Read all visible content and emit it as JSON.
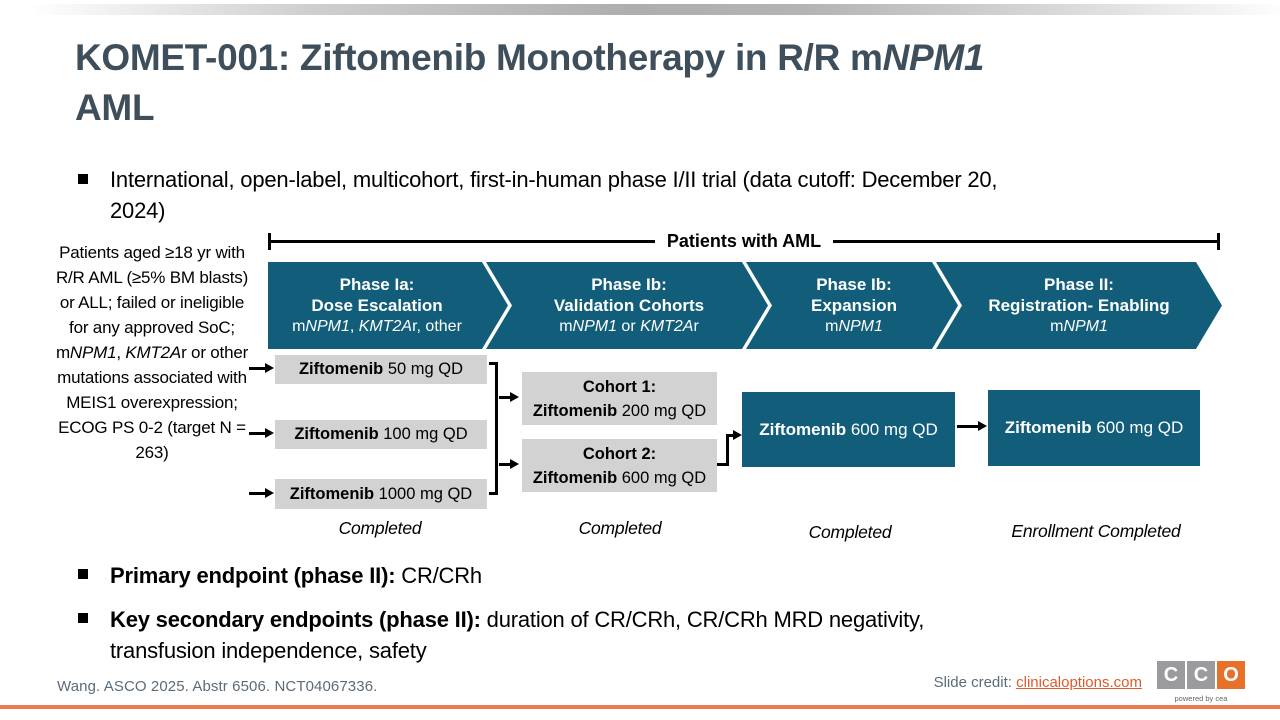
{
  "colors": {
    "title": "#3e4e5a",
    "teal": "#125e7a",
    "box_gray": "#d2d2d2",
    "footer_text": "#5c6b79",
    "link_orange": "#e05a2b",
    "logo_gray": "#9b9b9f",
    "logo_orange": "#e7712b",
    "bottom_line": "#ea7b52"
  },
  "title": {
    "pre": "KOMET-001: Ziftomenib Monotherapy in R/R m",
    "gene": "NPM1",
    "line2": "AML"
  },
  "intro": {
    "text": "International, open-label, multicohort, first-in-human phase I/II trial (data cutoff: December 20, 2024)"
  },
  "eligibility": {
    "part1": "Patients aged ≥18 yr with R/R AML (≥5% BM blasts) or ALL; failed or ineligible for any approved SoC; m",
    "gene1": "NPM1",
    "comma": ", ",
    "gene2": "KMT2A",
    "part2": "r or other mutations associated with MEIS1 overexpression; ECOG PS 0-2 (target N = 263)"
  },
  "banner": {
    "label": "Patients with AML"
  },
  "phases": [
    {
      "title": "Phase Ia:",
      "subtitle": "Dose Escalation",
      "pop_a": "m",
      "pop_gene1": "NPM1",
      "pop_b": ", ",
      "pop_gene2": "KMT2A",
      "pop_c": "r, other"
    },
    {
      "title": "Phase Ib:",
      "subtitle": "Validation Cohorts",
      "pop_a": "m",
      "pop_gene1": "NPM1",
      "pop_b": " or ",
      "pop_gene2": "KMT2A",
      "pop_c": "r"
    },
    {
      "title": "Phase Ib:",
      "subtitle": "Expansion",
      "pop_a": "m",
      "pop_gene1": "NPM1",
      "pop_b": "",
      "pop_gene2": "",
      "pop_c": ""
    },
    {
      "title": "Phase II:",
      "subtitle": "Registration- Enabling",
      "pop_a": "m",
      "pop_gene1": "NPM1",
      "pop_b": "",
      "pop_gene2": "",
      "pop_c": ""
    }
  ],
  "dose_boxes": [
    {
      "drug": "Ziftomenib",
      "dose": " 50 mg QD"
    },
    {
      "drug": "Ziftomenib",
      "dose": " 100 mg QD"
    },
    {
      "drug": "Ziftomenib",
      "dose": " 1000 mg QD"
    }
  ],
  "cohorts": [
    {
      "label": "Cohort 1:",
      "drug": "Ziftomenib",
      "dose": " 200 mg QD"
    },
    {
      "label": "Cohort 2:",
      "drug": "Ziftomenib",
      "dose": " 600 mg QD"
    }
  ],
  "expansion_box": {
    "drug": "Ziftomenib",
    "dose": " 600 mg QD"
  },
  "registration_box": {
    "drug": "Ziftomenib",
    "dose": " 600 mg QD"
  },
  "statuses": [
    "Completed",
    "Completed",
    "Completed",
    "Enrollment Completed"
  ],
  "endpoints": [
    {
      "bold": "Primary endpoint (phase II): ",
      "rest": "CR/CRh"
    },
    {
      "bold": "Key secondary endpoints (phase II): ",
      "rest": "duration of CR/CRh, CR/CRh MRD negativity, transfusion independence, safety"
    }
  ],
  "footer": {
    "reference": "Wang. ASCO 2025. Abstr 6506. NCT04067336.",
    "credit_label": "Slide credit: ",
    "credit_link": "clinicaloptions.com",
    "logo": {
      "letters": [
        "C",
        "C",
        "O"
      ],
      "powered_by": "powered by cea"
    }
  }
}
